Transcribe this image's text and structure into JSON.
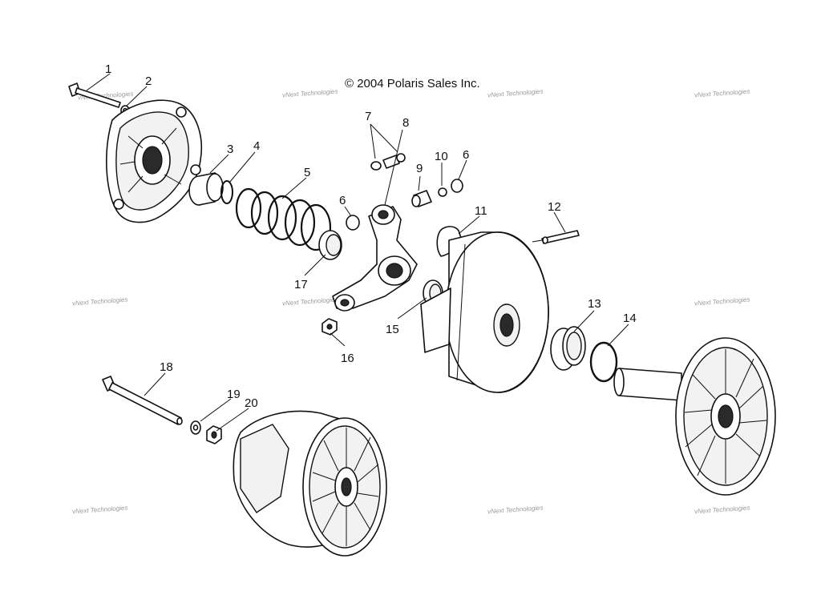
{
  "copyright": "© 2004 Polaris Sales Inc.",
  "watermark": "vNext Technologies",
  "callouts": [
    "1",
    "2",
    "3",
    "4",
    "5",
    "6",
    "6",
    "7",
    "8",
    "9",
    "10",
    "11",
    "12",
    "13",
    "14",
    "15",
    "16",
    "17",
    "18",
    "19",
    "20"
  ]
}
